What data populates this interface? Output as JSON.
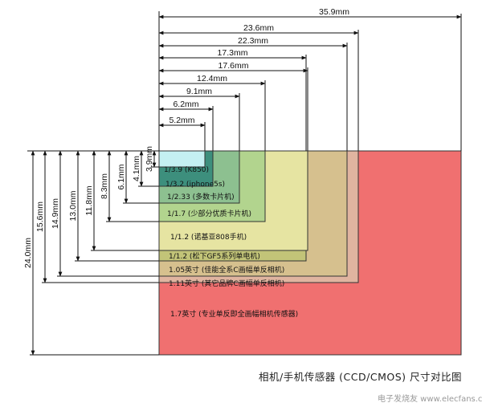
{
  "caption": "相机/手机传感器 (CCD/CMOS) 尺寸对比图",
  "watermark": "电子发烧友 www.elecfans.com",
  "sensors": [
    {
      "label": "1.7英寸 (专业单反即全画幅相机传感器)",
      "width_mm": "35.9mm",
      "height_mm": "24.0mm",
      "color": "#f07070"
    },
    {
      "label": "1.11英寸 (其它品牌C画幅单反相机)",
      "width_mm": "23.6mm",
      "height_mm": "15.6mm",
      "color": "#e0b4a0"
    },
    {
      "label": "1.05英寸 (佳能全系C画幅单反相机)",
      "width_mm": "22.3mm",
      "height_mm": "14.9mm",
      "color": "#d6c08e"
    },
    {
      "label": "1/1.2 (松下GF5系列单电机)",
      "width_mm": "17.3mm",
      "height_mm": "13.0mm",
      "color": "#c2c478"
    },
    {
      "label": "1/1.2 (诺基亚808手机)",
      "width_mm": "17.6mm",
      "height_mm": "11.8mm",
      "color": "#e6e4a2"
    },
    {
      "label": "1/1.7 (少部分优质卡片机)",
      "width_mm": "12.4mm",
      "height_mm": "8.3mm",
      "color": "#b2d48e"
    },
    {
      "label": "1/2.33 (多数卡片机)",
      "width_mm": "9.1mm",
      "height_mm": "6.1mm",
      "color": "#8dc090"
    },
    {
      "label": "1/3.2 (iphone5s)",
      "width_mm": "6.2mm",
      "height_mm": "4.1mm",
      "color": "#3d8f7d"
    },
    {
      "label": "1/3.9 (K850)",
      "width_mm": "5.2mm",
      "height_mm": "3.9mm",
      "color": "#c4f0f2"
    }
  ]
}
